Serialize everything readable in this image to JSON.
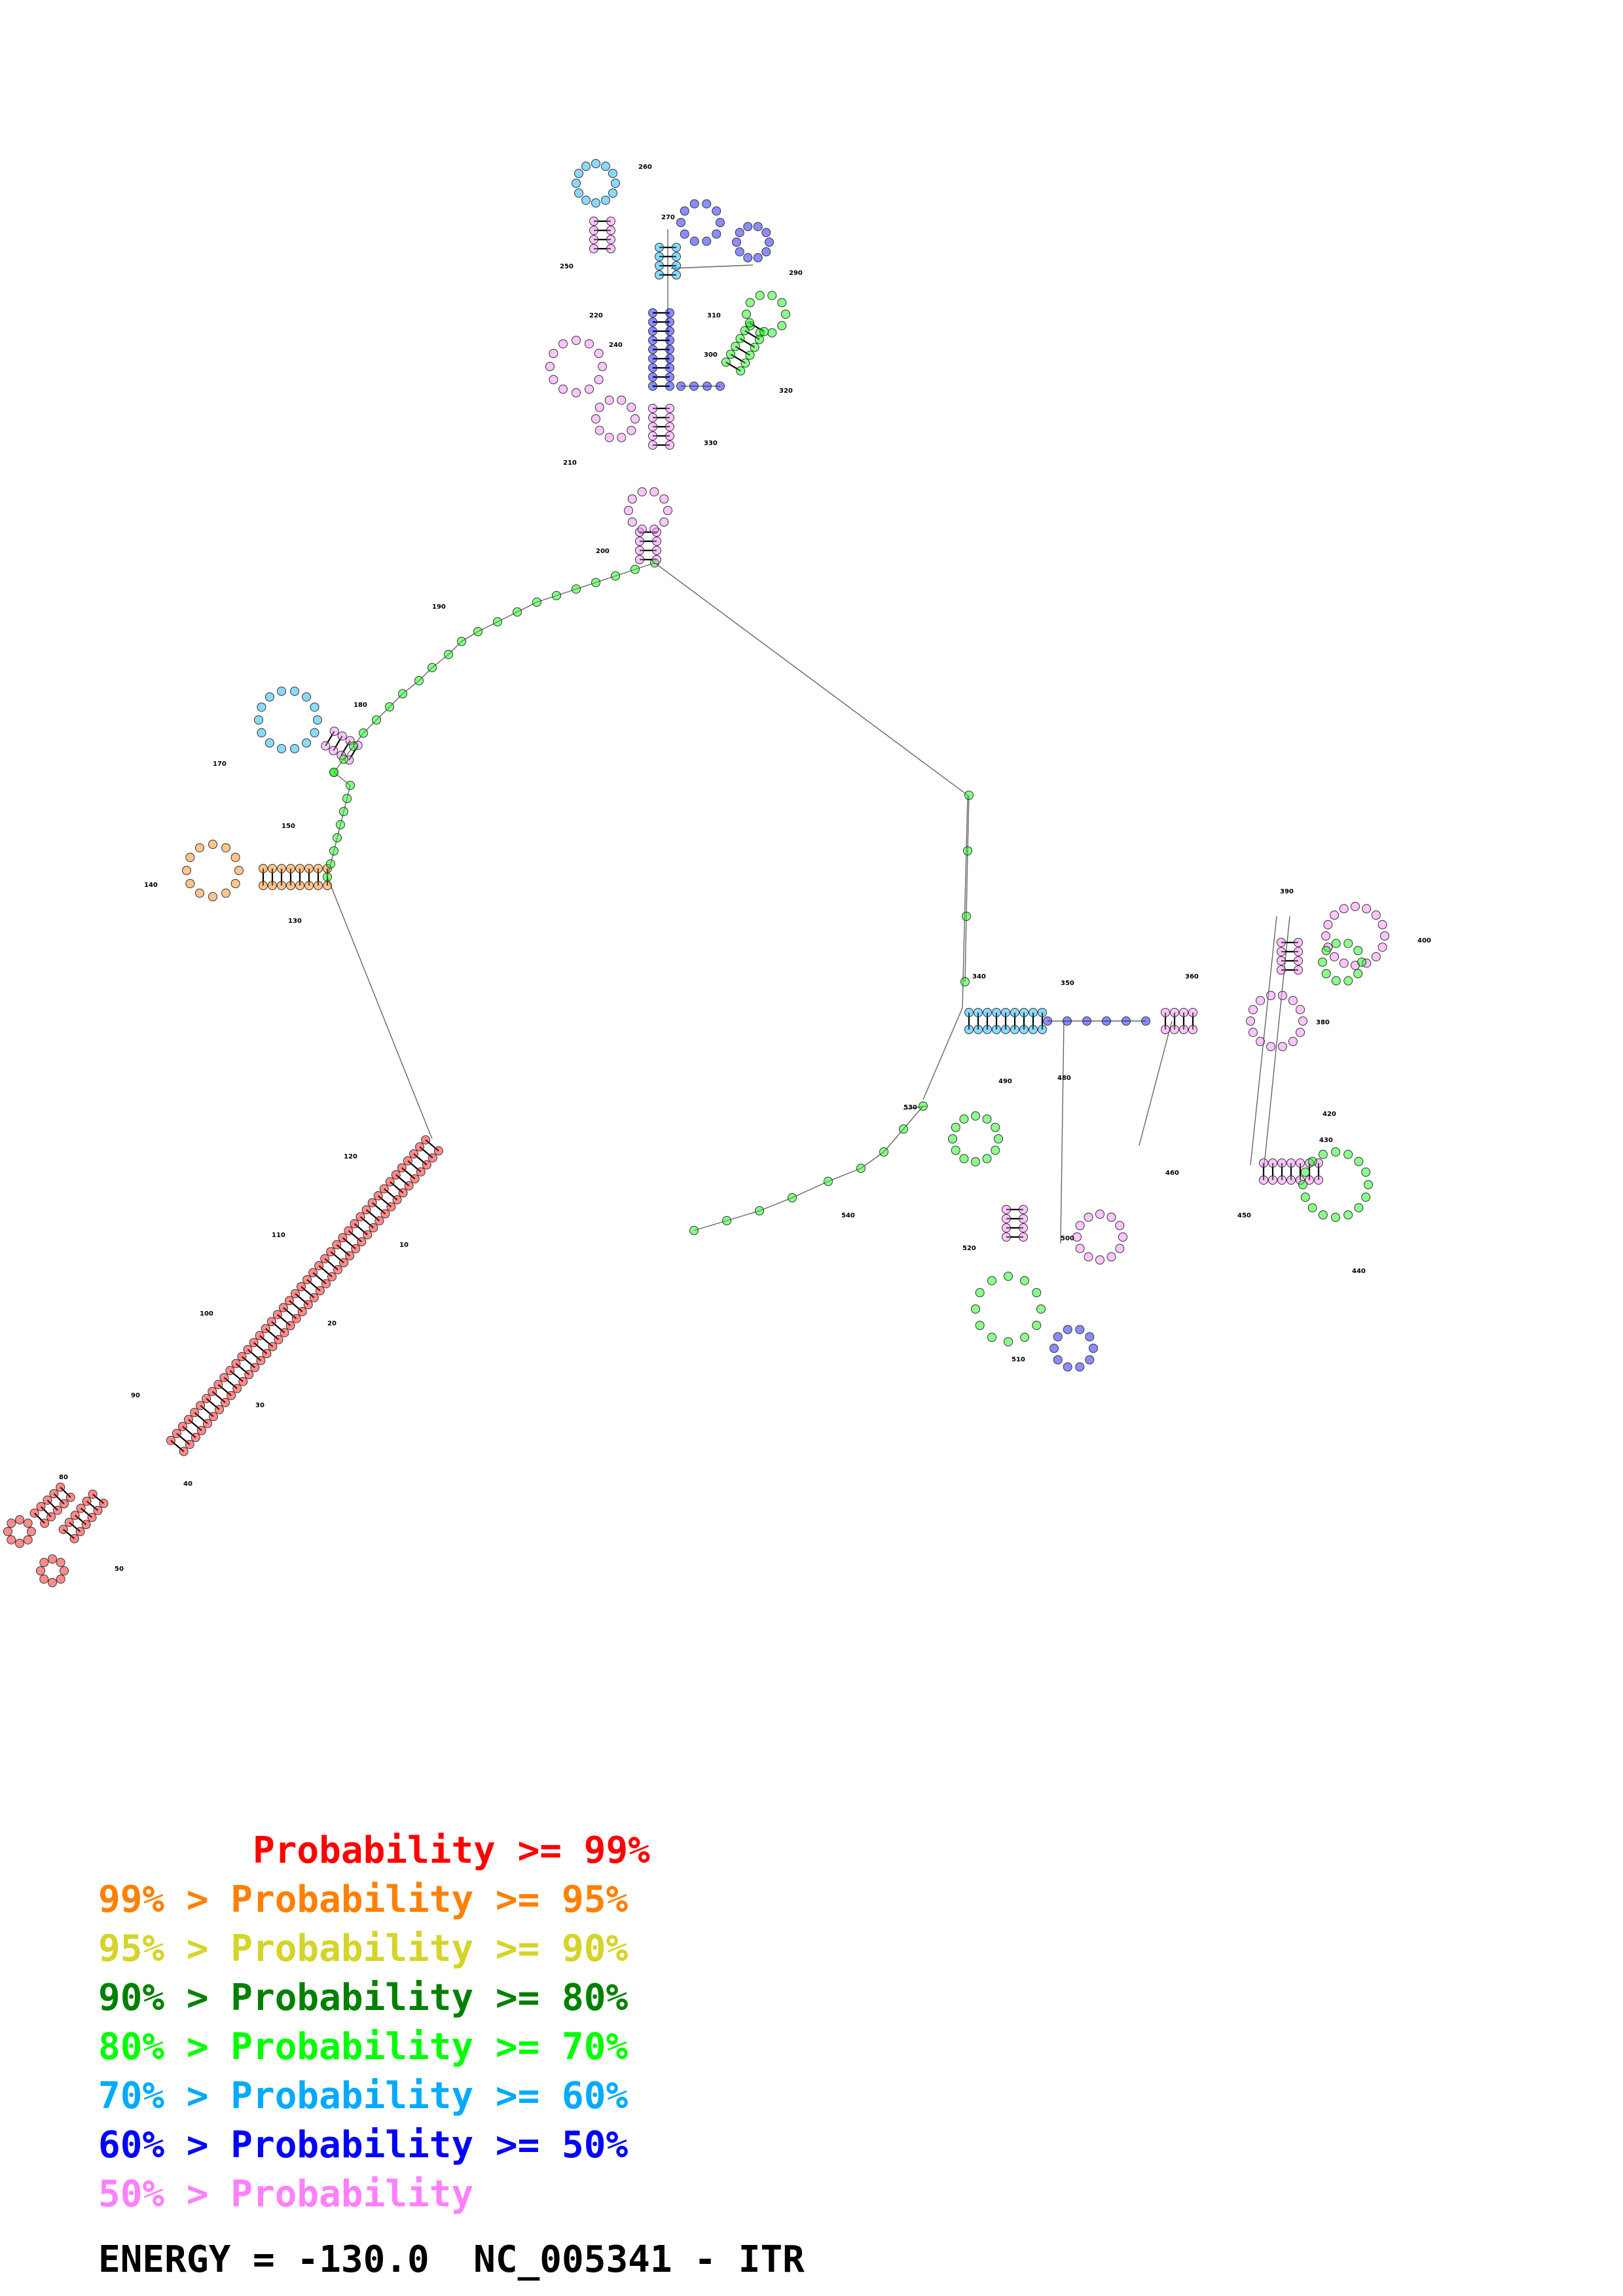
{
  "diagram": {
    "title": "RNA secondary structure",
    "position_labels": [
      "10",
      "20",
      "30",
      "40",
      "50",
      "80",
      "90",
      "100",
      "110",
      "120",
      "130",
      "140",
      "150",
      "170",
      "180",
      "190",
      "200",
      "210",
      "220",
      "240",
      "250",
      "260",
      "270",
      "290",
      "300",
      "310",
      "320",
      "330",
      "340",
      "350",
      "360",
      "380",
      "390",
      "400",
      "420",
      "430",
      "440",
      "450",
      "460",
      "480",
      "490",
      "500",
      "510",
      "520",
      "530",
      "540"
    ]
  },
  "colors": {
    "p99": "#ff0000",
    "p95": "#ff8000",
    "p90": "#d4d42a",
    "p80": "#008000",
    "p70": "#00ff00",
    "p60": "#00aaff",
    "p50": "#0000ff",
    "plow": "#ff80ff"
  },
  "legend": [
    {
      "prefix": "       ",
      "text": "Probability >= 99%",
      "color": "#ff0000"
    },
    {
      "prefix": "",
      "text": "99% > Probability >= 95%",
      "color": "#ff8000"
    },
    {
      "prefix": "",
      "text": "95% > Probability >= 90%",
      "color": "#d4d42a"
    },
    {
      "prefix": "",
      "text": "90% > Probability >= 80%",
      "color": "#008000"
    },
    {
      "prefix": "",
      "text": "80% > Probability >= 70%",
      "color": "#00ff00"
    },
    {
      "prefix": "",
      "text": "70% > Probability >= 60%",
      "color": "#00aaff"
    },
    {
      "prefix": "",
      "text": "60% > Probability >= 50%",
      "color": "#0000ff"
    },
    {
      "prefix": "",
      "text": "50% > Probability",
      "color": "#ff80ff"
    }
  ],
  "footer": "ENERGY = -130.0  NC_005341 - ITR"
}
